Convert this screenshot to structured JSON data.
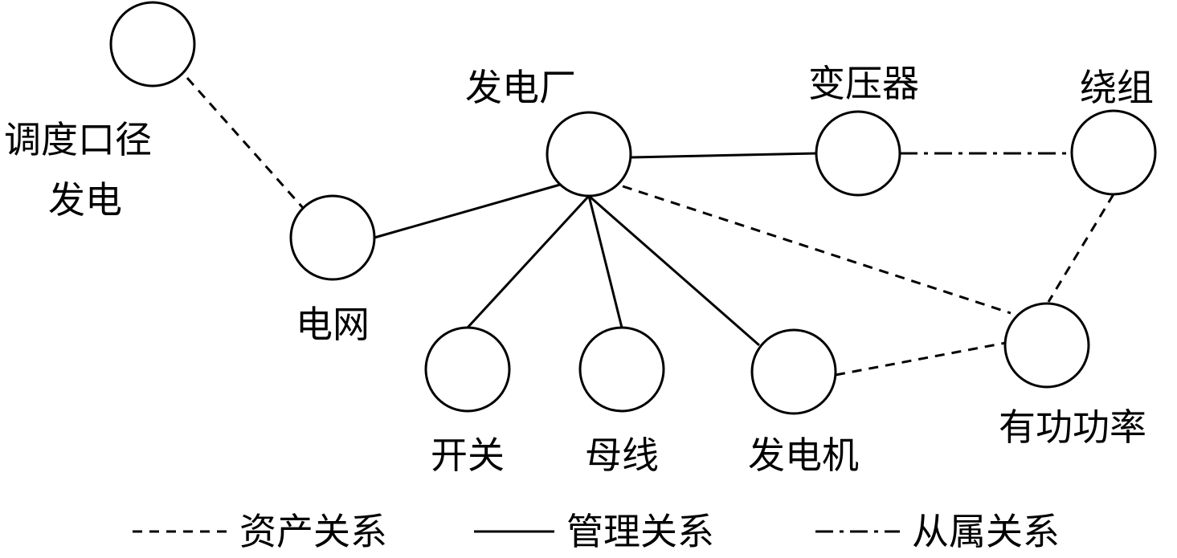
{
  "nodes": {
    "dispatch_line1": "调度口径",
    "dispatch_line2": "发电",
    "grid": "电网",
    "plant": "发电厂",
    "transformer": "变压器",
    "winding": "绕组",
    "switch": "开关",
    "busbar": "母线",
    "generator": "发电机",
    "active_power": "有功功率"
  },
  "legend": {
    "asset": "资产关系",
    "management": "管理关系",
    "subordinate": "从属关系"
  }
}
